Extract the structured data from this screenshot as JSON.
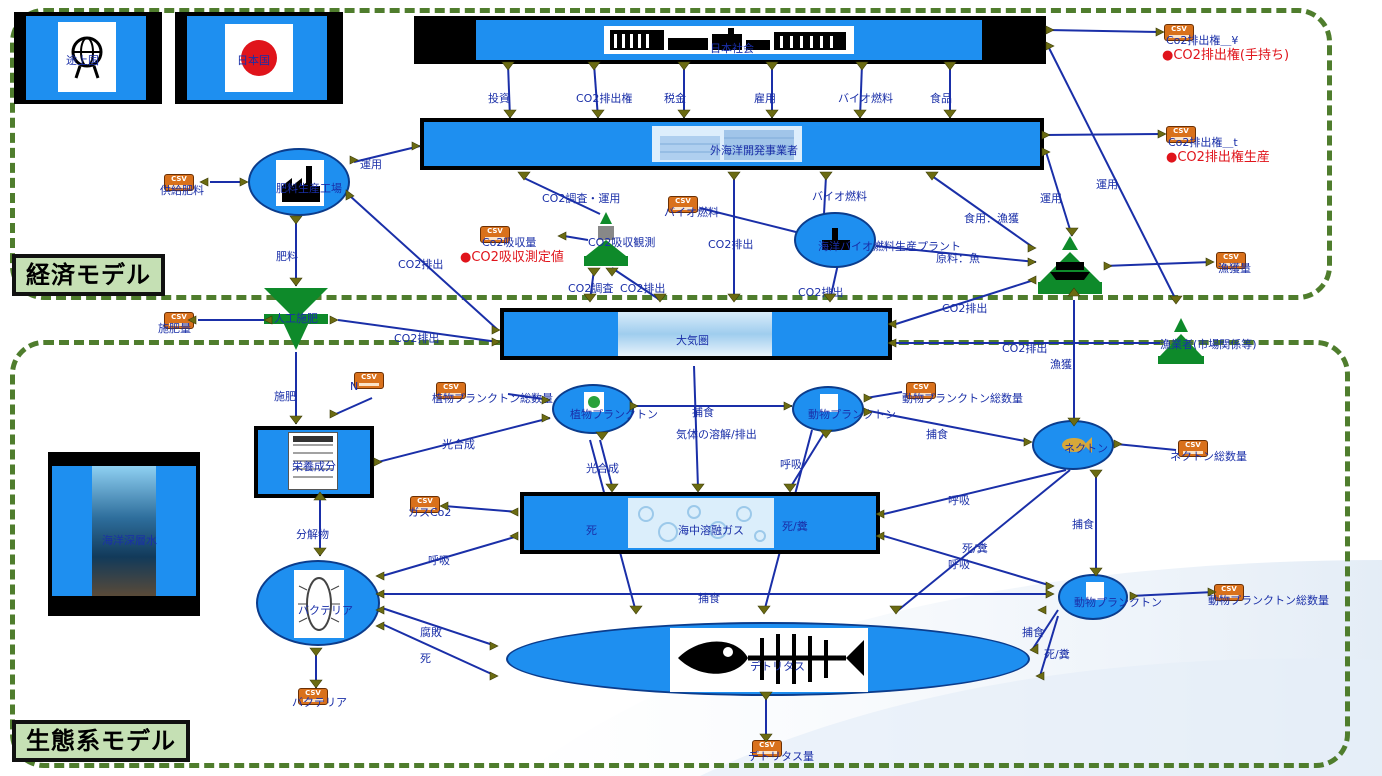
{
  "regions": {
    "economy_label": "経済モデル",
    "ecosystem_label": "生態系モデル"
  },
  "nodes": {
    "developing_country": "途上国",
    "japan": "日本国",
    "society": "日本社会",
    "operator": "外海洋開発事業者",
    "fertilizer_factory": "肥料生産工場",
    "fertilizer_input": "人工施肥",
    "co2_observation": "CO2吸収観測",
    "biofuel_plant": "海洋バイオ燃料生産プラント",
    "atmosphere": "大気圏",
    "fishery_market": "漁業者(市場関係等)",
    "nutrients": "栄養成分",
    "deep_water": "海洋深層水",
    "phytoplankton": "植物プランクトン",
    "zooplankton_a": "動物プランクトン",
    "nekton": "ネクトン",
    "dissolved_gas": "海中溶融ガス",
    "bacteria": "バクテリア",
    "zooplankton_b": "動物プランクトン",
    "detritus": "デトリタス"
  },
  "outputs": {
    "co2_rights_yen": "Co2排出権＿¥",
    "co2_rights_held": "●CO2排出権(手持ち)",
    "co2_rights_t": "Co2排出権＿t",
    "co2_rights_generated": "●CO2排出権生産",
    "fertilizer_supply": "供給肥料",
    "co2_absorbed": "Co2吸収量",
    "co2_measured": "●CO2吸収測定値",
    "fish_catch": "漁獲量",
    "fertilizer_amount": "施肥量",
    "n_output": "N",
    "phyto_total": "植物プランクトン総数量",
    "zoo_total_a": "動物プランクトン総数量",
    "nekton_total": "ネクトン総数量",
    "gas_co2": "ガスCo2",
    "zoo_total_b": "動物プランクトン総数量",
    "bacteria_out": "バクテリア",
    "detritus_amount": "デトリタス量",
    "csv_tag": "CSV"
  },
  "flows": {
    "invest": "投資",
    "co2_rights": "CO2排出権",
    "tax": "税金",
    "employment": "雇用",
    "biofuel_top": "バイオ燃料",
    "food": "食品",
    "operate_left": "運用",
    "co2_survey_operate": "CO2調査・運用",
    "co2_emission_mid": "CO2排出",
    "biofuel_mid": "バイオ燃料",
    "biofuel_plant_in": "バイオ燃料",
    "food_fishing": "食用：漁獲",
    "operate_right": "運用",
    "operate_far": "運用",
    "fertilizer": "肥料",
    "co2_emission_factory": "CO2排出",
    "co2_survey_bottom": "CO2調査",
    "co2_absorb": "CO2排出",
    "co2_emission_plant": "CO2排出",
    "raw_fish": "原料：魚",
    "co2_emission_ship": "CO2排出",
    "co2_emission_fertilize": "CO2排出",
    "co2_emission_fishery": "CO2排出",
    "fishing": "漁獲",
    "fertilizing": "施肥",
    "photosynthesis_a": "光合成",
    "predation_a": "捕食",
    "gas_dissolve": "気体の溶解/排出",
    "predation_b": "捕食",
    "photosynthesis_b": "光合成",
    "respiration_a": "呼吸",
    "respiration_b": "呼吸",
    "decomposition": "分解物",
    "respiration_c": "呼吸",
    "death_a": "死",
    "death_excrete_a": "死/糞",
    "predation_c": "捕食",
    "death_excrete_b": "死/糞",
    "respiration_d": "呼吸",
    "predation_d": "捕食",
    "decay": "腐敗",
    "death_b": "死",
    "predation_e": "捕食",
    "death_excrete_c": "死/糞"
  },
  "colors": {
    "node_blue": "#1e8ff0",
    "link_blue": "#1a2fa8",
    "region_green": "#4f7d2d",
    "label_green": "#c5e0b4",
    "port_olive": "#6b6b12",
    "csv_orange": "#d9711c",
    "alert_red": "#e0141b"
  }
}
